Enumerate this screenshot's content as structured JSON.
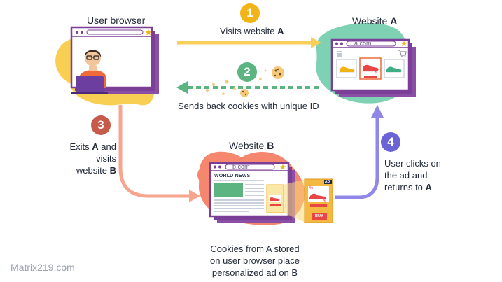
{
  "titles": {
    "user_browser": "User browser",
    "website_a_prefix": "Website ",
    "website_a_bold": "A",
    "website_b_prefix": "Website ",
    "website_b_bold": "B"
  },
  "steps": [
    {
      "number": "1",
      "color": "#f2b316"
    },
    {
      "number": "2",
      "color": "#5cb481"
    },
    {
      "number": "3",
      "color": "#c85a4b"
    },
    {
      "number": "4",
      "color": "#6a63d6"
    }
  ],
  "step1": {
    "text": "Visits website ",
    "bold": "A"
  },
  "step2": {
    "text": "Sends back cookies with unique ID"
  },
  "step3": {
    "line1": "Exits ",
    "line1_bold": "A",
    "line1_end": " and",
    "line2": "visits",
    "line3": "website ",
    "line3_bold": "B"
  },
  "step4": {
    "line1": "User clicks on",
    "line2": "the ad and",
    "line3": "returns to ",
    "line3_bold": "A"
  },
  "browser_a": {
    "url": "a.com",
    "prices": [
      "$",
      "$"
    ]
  },
  "browser_b": {
    "url": "b.com",
    "news_title": "WORLD NEWS",
    "ad_badge": "AD",
    "ad_discount": "%",
    "ad_price": "$",
    "ad_button": "BUY"
  },
  "caption": {
    "line1": "Cookies from A stored",
    "line2": "on user browser place",
    "line3": "personalized ad on B"
  },
  "watermark": "Matrix219.com",
  "icons": [
    "cookie-icon",
    "star-icon",
    "cart-icon",
    "arrow-icon"
  ]
}
